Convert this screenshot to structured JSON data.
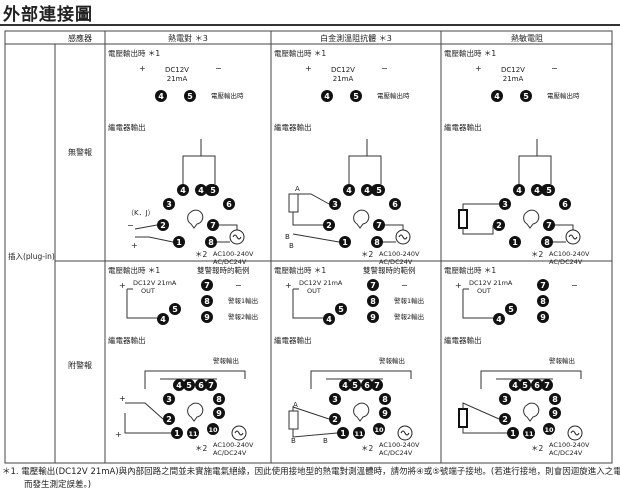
{
  "page": {
    "title": "外部連接圖",
    "footnote": "＊1.  電壓輸出(DC12V 21mA)與內部回路之間並未實施電氣絕緣，因此使用接地型的熱電對測溫體時，請勿將④或⑤號端子接地。(若進行接地，則會因迴旋進入之電流",
    "footnote_cont": "而發生測定誤差。)"
  },
  "table": {
    "sensor_header": "感應器",
    "columns": [
      "熱電對 ＊3",
      "白金測溫阻抗體 ＊3",
      "熱敏電阻"
    ],
    "row_group": "插入(plug-in)",
    "rows": [
      "無警報",
      "附警報"
    ]
  },
  "diagram_text": {
    "voltage_output": "電壓輸出時 ＊1",
    "plus": "+",
    "minus": "−",
    "dc12v": "DC12V",
    "ma21": "21mA",
    "voltage_out_label": "電壓輸出時",
    "dc12v_21ma": "DC12V  21mA",
    "out": "OUT",
    "relay_output": "繼電器輸出",
    "alarm_output": "警報輸出",
    "alarm_example": "雙警報時的範例",
    "alarm1": "警報1輸出",
    "alarm2": "警報2輸出",
    "tc_type": "（K．J）",
    "ac_power": "AC100-240V",
    "dc_power": "AC/DC24V",
    "note2": "＊2",
    "a": "A",
    "b": "B"
  },
  "terminals": {
    "t1": "1",
    "t2": "2",
    "t3": "3",
    "t4": "4",
    "t5": "5",
    "t6": "6",
    "t7": "7",
    "t8": "8",
    "t9": "9",
    "t10": "10",
    "t11": "11"
  }
}
